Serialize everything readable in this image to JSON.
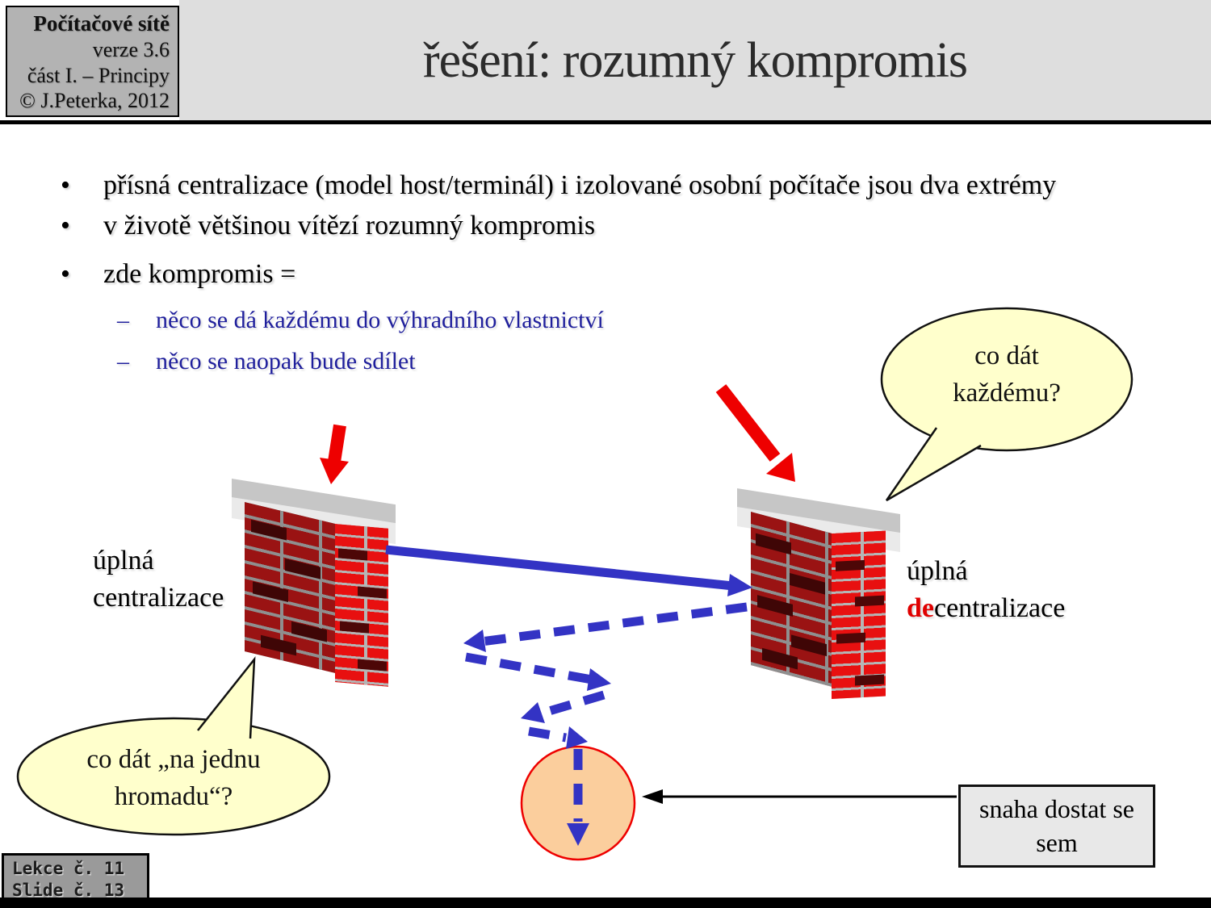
{
  "header": {
    "info_box": {
      "line1": "Počítačové sítě",
      "line2": "verze 3.6",
      "line3": "část I. – Principy",
      "line4": "© J.Peterka, 2012"
    },
    "title": "řešení: rozumný kompromis"
  },
  "markers": {
    "bullet": "•",
    "dash": "–"
  },
  "bullets": [
    {
      "text": "přísná centralizace (model host/terminál) i izolované osobní počítače jsou dva extrémy"
    },
    {
      "text": "v životě většinou vítězí rozumný kompromis"
    },
    {
      "text": "zde kompromis ="
    },
    {
      "text": "něco se dá každému do výhradního vlastnictví"
    },
    {
      "text": "něco se naopak bude sdílet"
    }
  ],
  "diagram": {
    "left_label": {
      "line1": "úplná",
      "line2": "centralizace"
    },
    "right_label": {
      "line1": "úplná",
      "prefix": "de",
      "rest": "centralizace"
    },
    "bubble_right": {
      "line1": "co dát",
      "line2": "každému?"
    },
    "bubble_left": {
      "line1": "co dát „na jednu",
      "line2": "hromadu“?"
    },
    "callout": {
      "line1": "snaha dostat se",
      "line2": "sem"
    }
  },
  "footer": {
    "line1": "Lekce č. 11",
    "line2": "Slide č. 13"
  },
  "colors": {
    "arrow_blue": "#3333c4",
    "arrow_red": "#ee0000",
    "bubble_fill": "#ffffcc",
    "circle_fill": "#fbce9d",
    "subbullet_blue": "#1f1f9c",
    "header_gray": "#dedede",
    "info_box_gray": "#b3b3b3"
  }
}
